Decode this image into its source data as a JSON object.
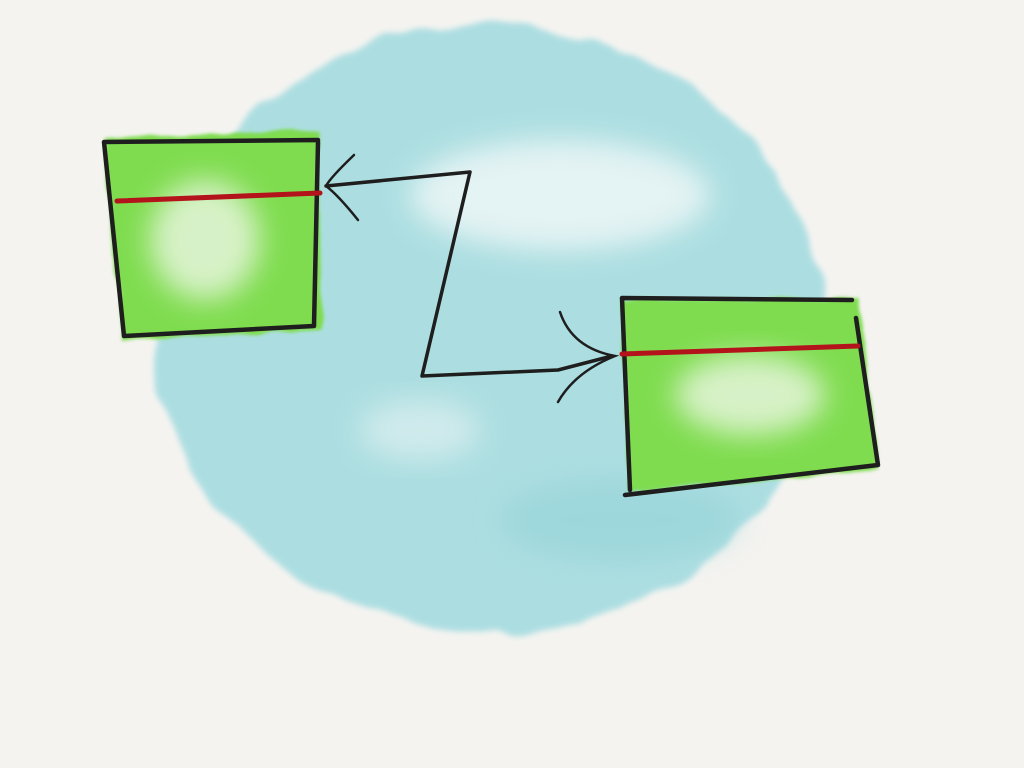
{
  "colors": {
    "paper": "#f4f3f0",
    "bubble": "#a9dde1",
    "bubble_edge": "#8fd0d6",
    "box_fill": "#7fdc4f",
    "box_highlight": "#e6f5dc",
    "outline": "#1e1e1e",
    "divider": "#b3131b"
  },
  "diagram": {
    "nodes": [
      {
        "id": "box-left",
        "shape": "rectangle",
        "label": ""
      },
      {
        "id": "box-right",
        "shape": "rectangle",
        "label": ""
      }
    ],
    "edges": [
      {
        "from": "box-right",
        "to": "box-left",
        "style": "zigzag-arrow",
        "label": ""
      }
    ],
    "background_shape": "circle"
  }
}
